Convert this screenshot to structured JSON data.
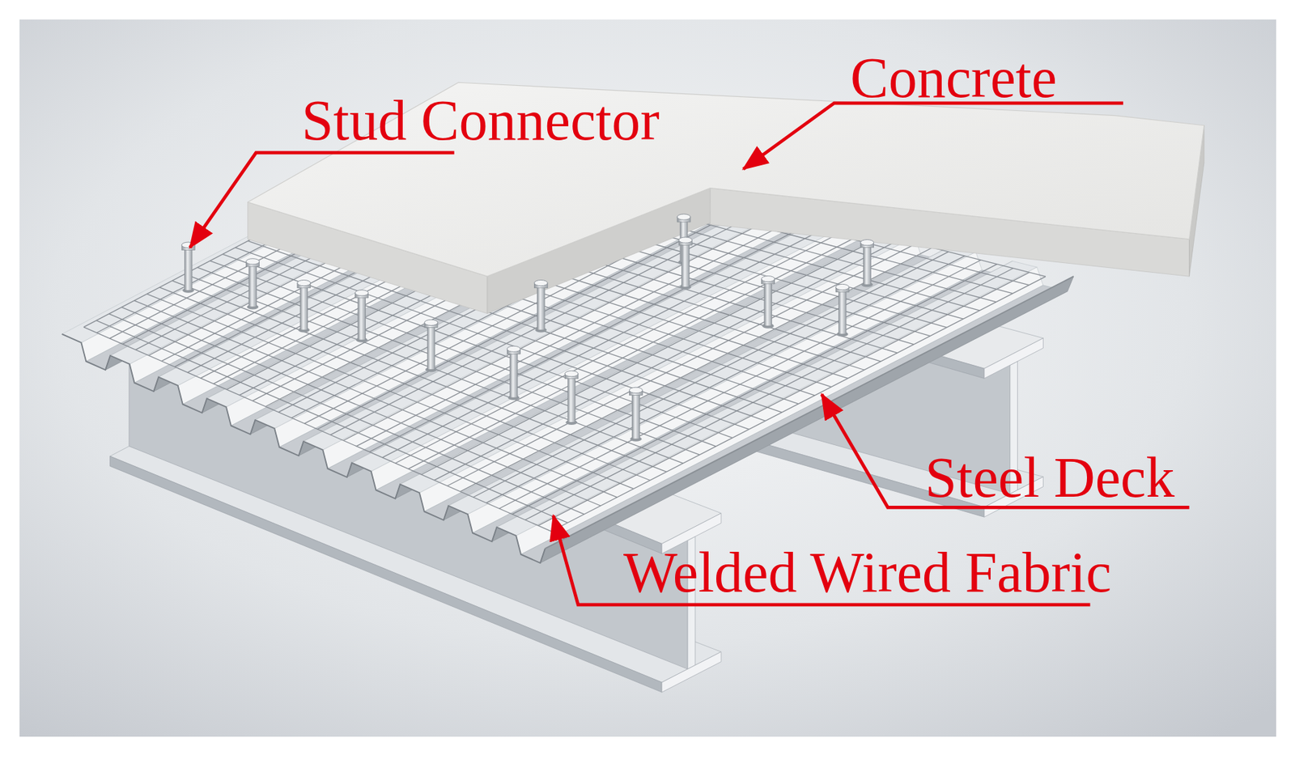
{
  "diagram": {
    "labels": [
      "Concrete",
      "Stud Connector",
      "Steel Deck",
      "Welded Wired Fabric"
    ]
  }
}
